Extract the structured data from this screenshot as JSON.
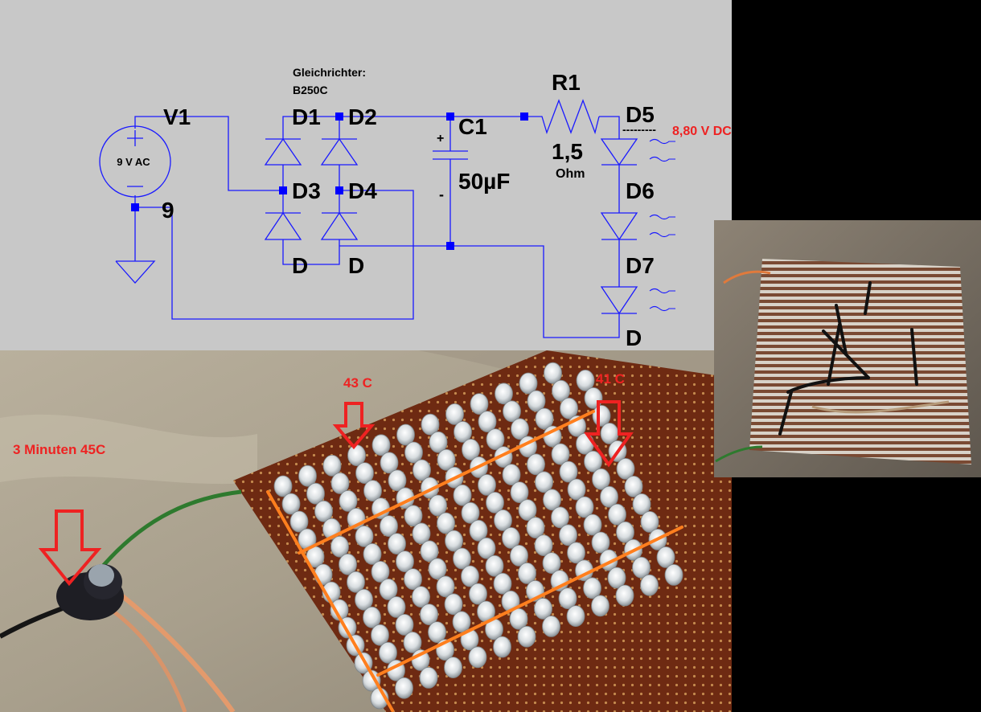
{
  "schematic": {
    "source_label": "V1",
    "source_value": "9 V AC",
    "source_node": "9",
    "rectifier_heading": "Gleichrichter:",
    "rectifier_part": "B250C",
    "diode_d1": "D1",
    "diode_d2": "D2",
    "diode_d3": "D3",
    "diode_d4": "D4",
    "diode_bottom_left": "D",
    "diode_bottom_right": "D",
    "cap_label": "C1",
    "cap_value": "50µF",
    "cap_plus": "+",
    "cap_minus": "-",
    "resistor_label": "R1",
    "resistor_value": "1,5",
    "resistor_unit": "Ohm",
    "led_d5": "D5",
    "led_d6": "D6",
    "led_d7": "D7",
    "led_last": "D",
    "voltage_measure": "8,80 V DC",
    "voltage_dashes": "---------"
  },
  "photo_annotations": {
    "temp_left": "43 C",
    "temp_right": "41 C",
    "timer_note": "3 Minuten 45C"
  },
  "colors": {
    "schematic_bg": "#c8c8c8",
    "wire": "#1a1aff",
    "node": "#0000ff",
    "annotation_red": "#ee2222",
    "divider_orange": "#ff7f1e",
    "pcb": "#6b2812",
    "floor": "#b4ab98"
  }
}
